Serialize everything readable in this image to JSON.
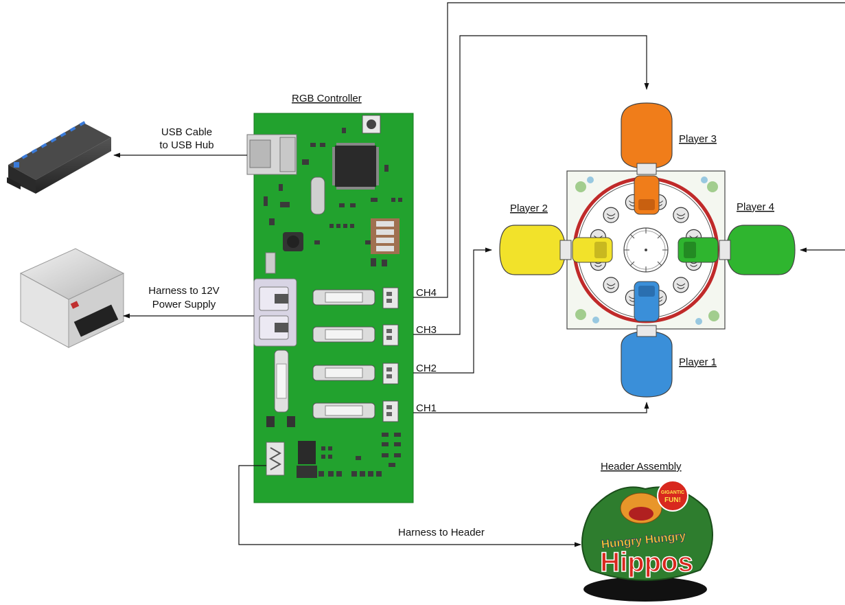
{
  "labels": {
    "rgb_controller": "RGB Controller",
    "usb_cable_line1": "USB Cable",
    "usb_cable_line2": "to USB Hub",
    "harness_12v_line1": "Harness to 12V",
    "harness_12v_line2": "Power Supply",
    "harness_header": "Harness to Header",
    "header_assembly": "Header Assembly",
    "ch1": "CH1",
    "ch2": "CH2",
    "ch3": "CH3",
    "ch4": "CH4",
    "player1": "Player 1",
    "player2": "Player 2",
    "player3": "Player 3",
    "player4": "Player 4"
  },
  "logo": {
    "line1": "Hungry Hungry",
    "line2": "Hippos",
    "badge_line1": "GIGANTIC",
    "badge_line2": "FUN!"
  },
  "colors": {
    "pcb_green": "#22a22e",
    "player1": "#3a8fd9",
    "player2": "#f2e22a",
    "player3": "#f07d1a",
    "player4": "#2fb52f",
    "ring_red": "#c02a2a",
    "logo_green": "#2e7d2e",
    "logo_red": "#d8281e"
  }
}
